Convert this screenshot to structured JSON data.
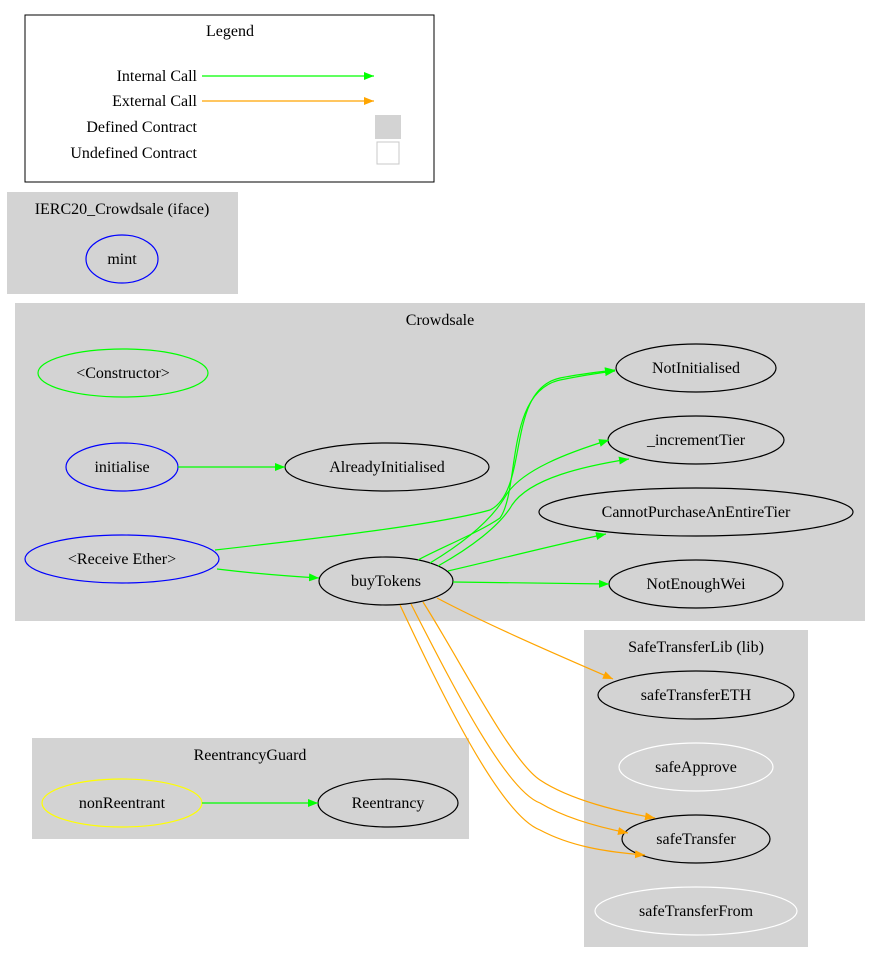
{
  "legend": {
    "title": "Legend",
    "internal_call": "Internal Call",
    "external_call": "External Call",
    "defined_contract": "Defined Contract",
    "undefined_contract": "Undefined Contract"
  },
  "colors": {
    "internal": "#00ff00",
    "external": "#ffa500",
    "cluster_bg": "#d3d3d3",
    "node_default": "#000000",
    "node_public": "#0000ff",
    "node_constructor": "#00ff00",
    "node_modifier": "#ffff00",
    "node_lib_unused": "#ffffff"
  },
  "clusters": {
    "ierc20": {
      "title": "IERC20_Crowdsale  (iface)"
    },
    "crowdsale": {
      "title": "Crowdsale"
    },
    "safetransfer": {
      "title": "SafeTransferLib  (lib)"
    },
    "reentrancy": {
      "title": "ReentrancyGuard"
    }
  },
  "nodes": {
    "mint": "mint",
    "constructor": "<Constructor>",
    "initialise": "initialise",
    "already_initialised": "AlreadyInitialised",
    "receive_ether": "<Receive Ether>",
    "buy_tokens": "buyTokens",
    "not_initialised": "NotInitialised",
    "increment_tier": "_incrementTier",
    "cannot_purchase": "CannotPurchaseAnEntireTier",
    "not_enough_wei": "NotEnoughWei",
    "safe_transfer_eth": "safeTransferETH",
    "safe_approve": "safeApprove",
    "safe_transfer": "safeTransfer",
    "safe_transfer_from": "safeTransferFrom",
    "non_reentrant": "nonReentrant",
    "reentrancy": "Reentrancy"
  }
}
